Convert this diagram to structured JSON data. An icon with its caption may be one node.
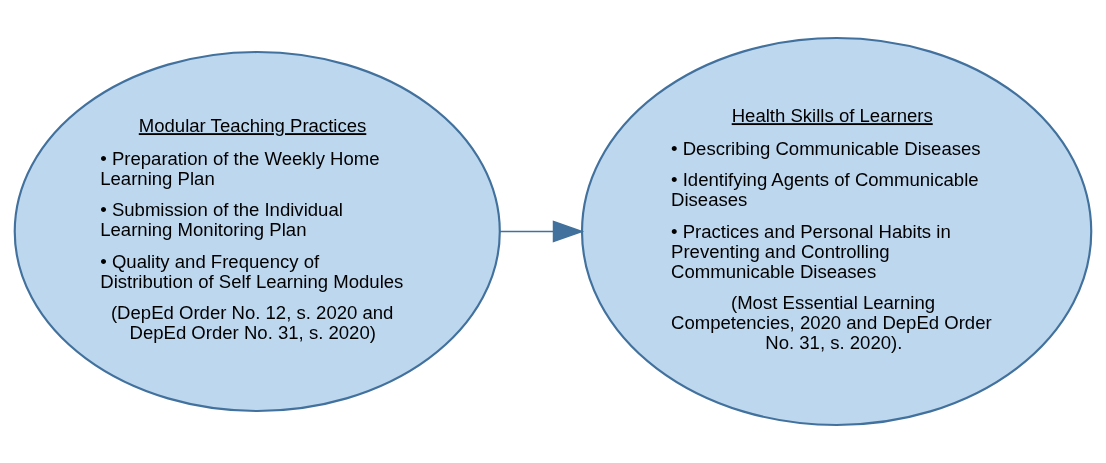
{
  "diagram": {
    "nodes": [
      {
        "text": [
          "Modular Teaching Practices",
          "• Preparation of the Weekly Home Learning Plan",
          "• Submission of the Individual Learning Monitoring Plan",
          "• Quality and Frequency of Distribution of Self Learning Modules",
          "(DepEd Order No. 12, s. 2020 and DepEd Order No. 31, s. 2020)"
        ]
      },
      {
        "text": [
          "Health Skills of Learners",
          "• Describing Communicable Diseases",
          "• Identifying Agents of Communicable Diseases",
          "• Practices and Personal Habits in Preventing and Controlling Communicable Diseases",
          "(Most Essential Learning Competencies, 2020 and DepEd Order No. 31, s. 2020)."
        ]
      }
    ],
    "edges": [
      {
        "from": 0,
        "to": 1,
        "arrow": "to"
      }
    ]
  }
}
